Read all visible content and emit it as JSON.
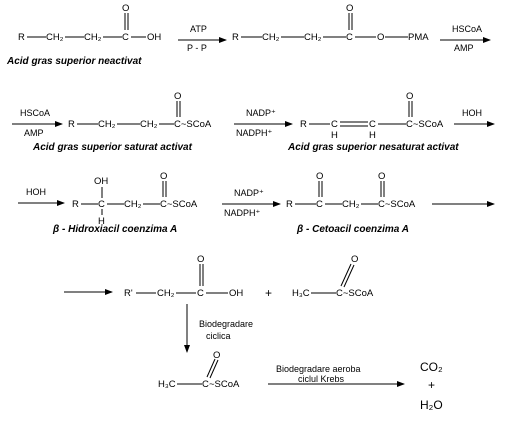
{
  "chem": {
    "R": "R",
    "R_prime": "R'",
    "CH2": "CH₂",
    "C": "C",
    "O": "O",
    "OH": "OH",
    "PMA": "PMA",
    "SCoA": "C~SCoA",
    "SCoA_only": "~SCoA",
    "H": "H",
    "H3C": "H₃C",
    "plus": "+",
    "CO2": "CO₂",
    "H2O": "H₂O"
  },
  "conditions": {
    "atp": "ATP",
    "p_p": "P - P",
    "hscoa": "HSCoA",
    "amp": "AMP",
    "nadp": "NADP⁺",
    "nadphh": "NADPH⁺",
    "hoh": "HOH",
    "biodegradare": "Biodegradare",
    "ciclica": "ciclica",
    "biodeg_aeroba": "Biodegradare aeroba",
    "ciclul_krebs": "ciclul Krebs"
  },
  "labels": {
    "acid_neactivat": "Acid gras superior neactivat",
    "acid_saturat": "Acid gras superior saturat activat",
    "acid_nesaturat": "Acid gras superior nesaturat activat",
    "hidroxiacil": "β - Hidroxiacil coenzima A",
    "cetoacil": "β - Cetoacil coenzima A"
  }
}
